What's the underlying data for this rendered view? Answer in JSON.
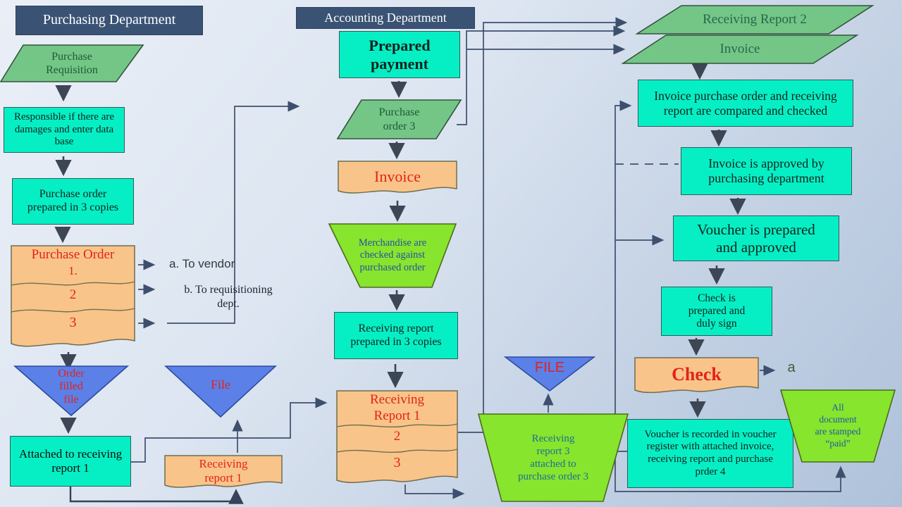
{
  "colors": {
    "background_top": "#EAEFF7",
    "background_bottom": "#AFC2DA",
    "header_bg": "#3A5375",
    "process_cyan": "#06EFC4",
    "parallelogram_green": "#74C687",
    "document_orange": "#F9C489",
    "file_triangle_blue": "#5B80E8",
    "operation_chartreuse": "#86E52C",
    "red_text": "#E2231A",
    "connector": "#3E4F6E"
  },
  "purchasing": {
    "header": "Purchasing Department",
    "requisition": "Purchase Requisition",
    "responsible": "Responsible if there are damages and enter data base",
    "po_prepared": "Purchase order prepared in 3 copies",
    "po_stack": {
      "title": "Purchase Order",
      "copy1": "1.",
      "copy2": "2",
      "copy3": "3"
    },
    "note_a": "a. To vendor",
    "note_b_line1": "b. To requisitioning",
    "note_b_line2": "dept.",
    "order_filled_file": "Order filled file",
    "attached": "Attached to receiving report 1",
    "file_triangle": "File",
    "rr1_doc": "Receiving report 1"
  },
  "accounting": {
    "header": "Accounting Department",
    "prepared_payment": "Prepared payment",
    "po3": "Purchase order 3",
    "invoice_doc": "Invoice",
    "merchandise": "Merchandise are checked against purchased order",
    "rr_prepared": "Receiving report prepared in 3 copies",
    "rr_stack": {
      "title": "Receiving Report 1",
      "copy2": "2",
      "copy3": "3"
    },
    "file_triangle": "FILE",
    "rr3_attached": "Receiving report 3 attached to purchase order 3"
  },
  "approval": {
    "rr2_para": "Receiving Report 2",
    "invoice_para": "Invoice",
    "compared": "Invoice purchase order and receiving report are compared and checked",
    "invoice_approved": "Invoice is approved by purchasing department",
    "voucher_prepared": "Voucher is prepared and approved",
    "check_prepared": "Check is prepared and duly sign",
    "check_doc": "Check",
    "a_label": "a",
    "voucher_recorded": "Voucher is recorded in voucher register with attached invoice, receiving report  and purchase prder 4",
    "stamped": "All document are stamped “paid”"
  }
}
